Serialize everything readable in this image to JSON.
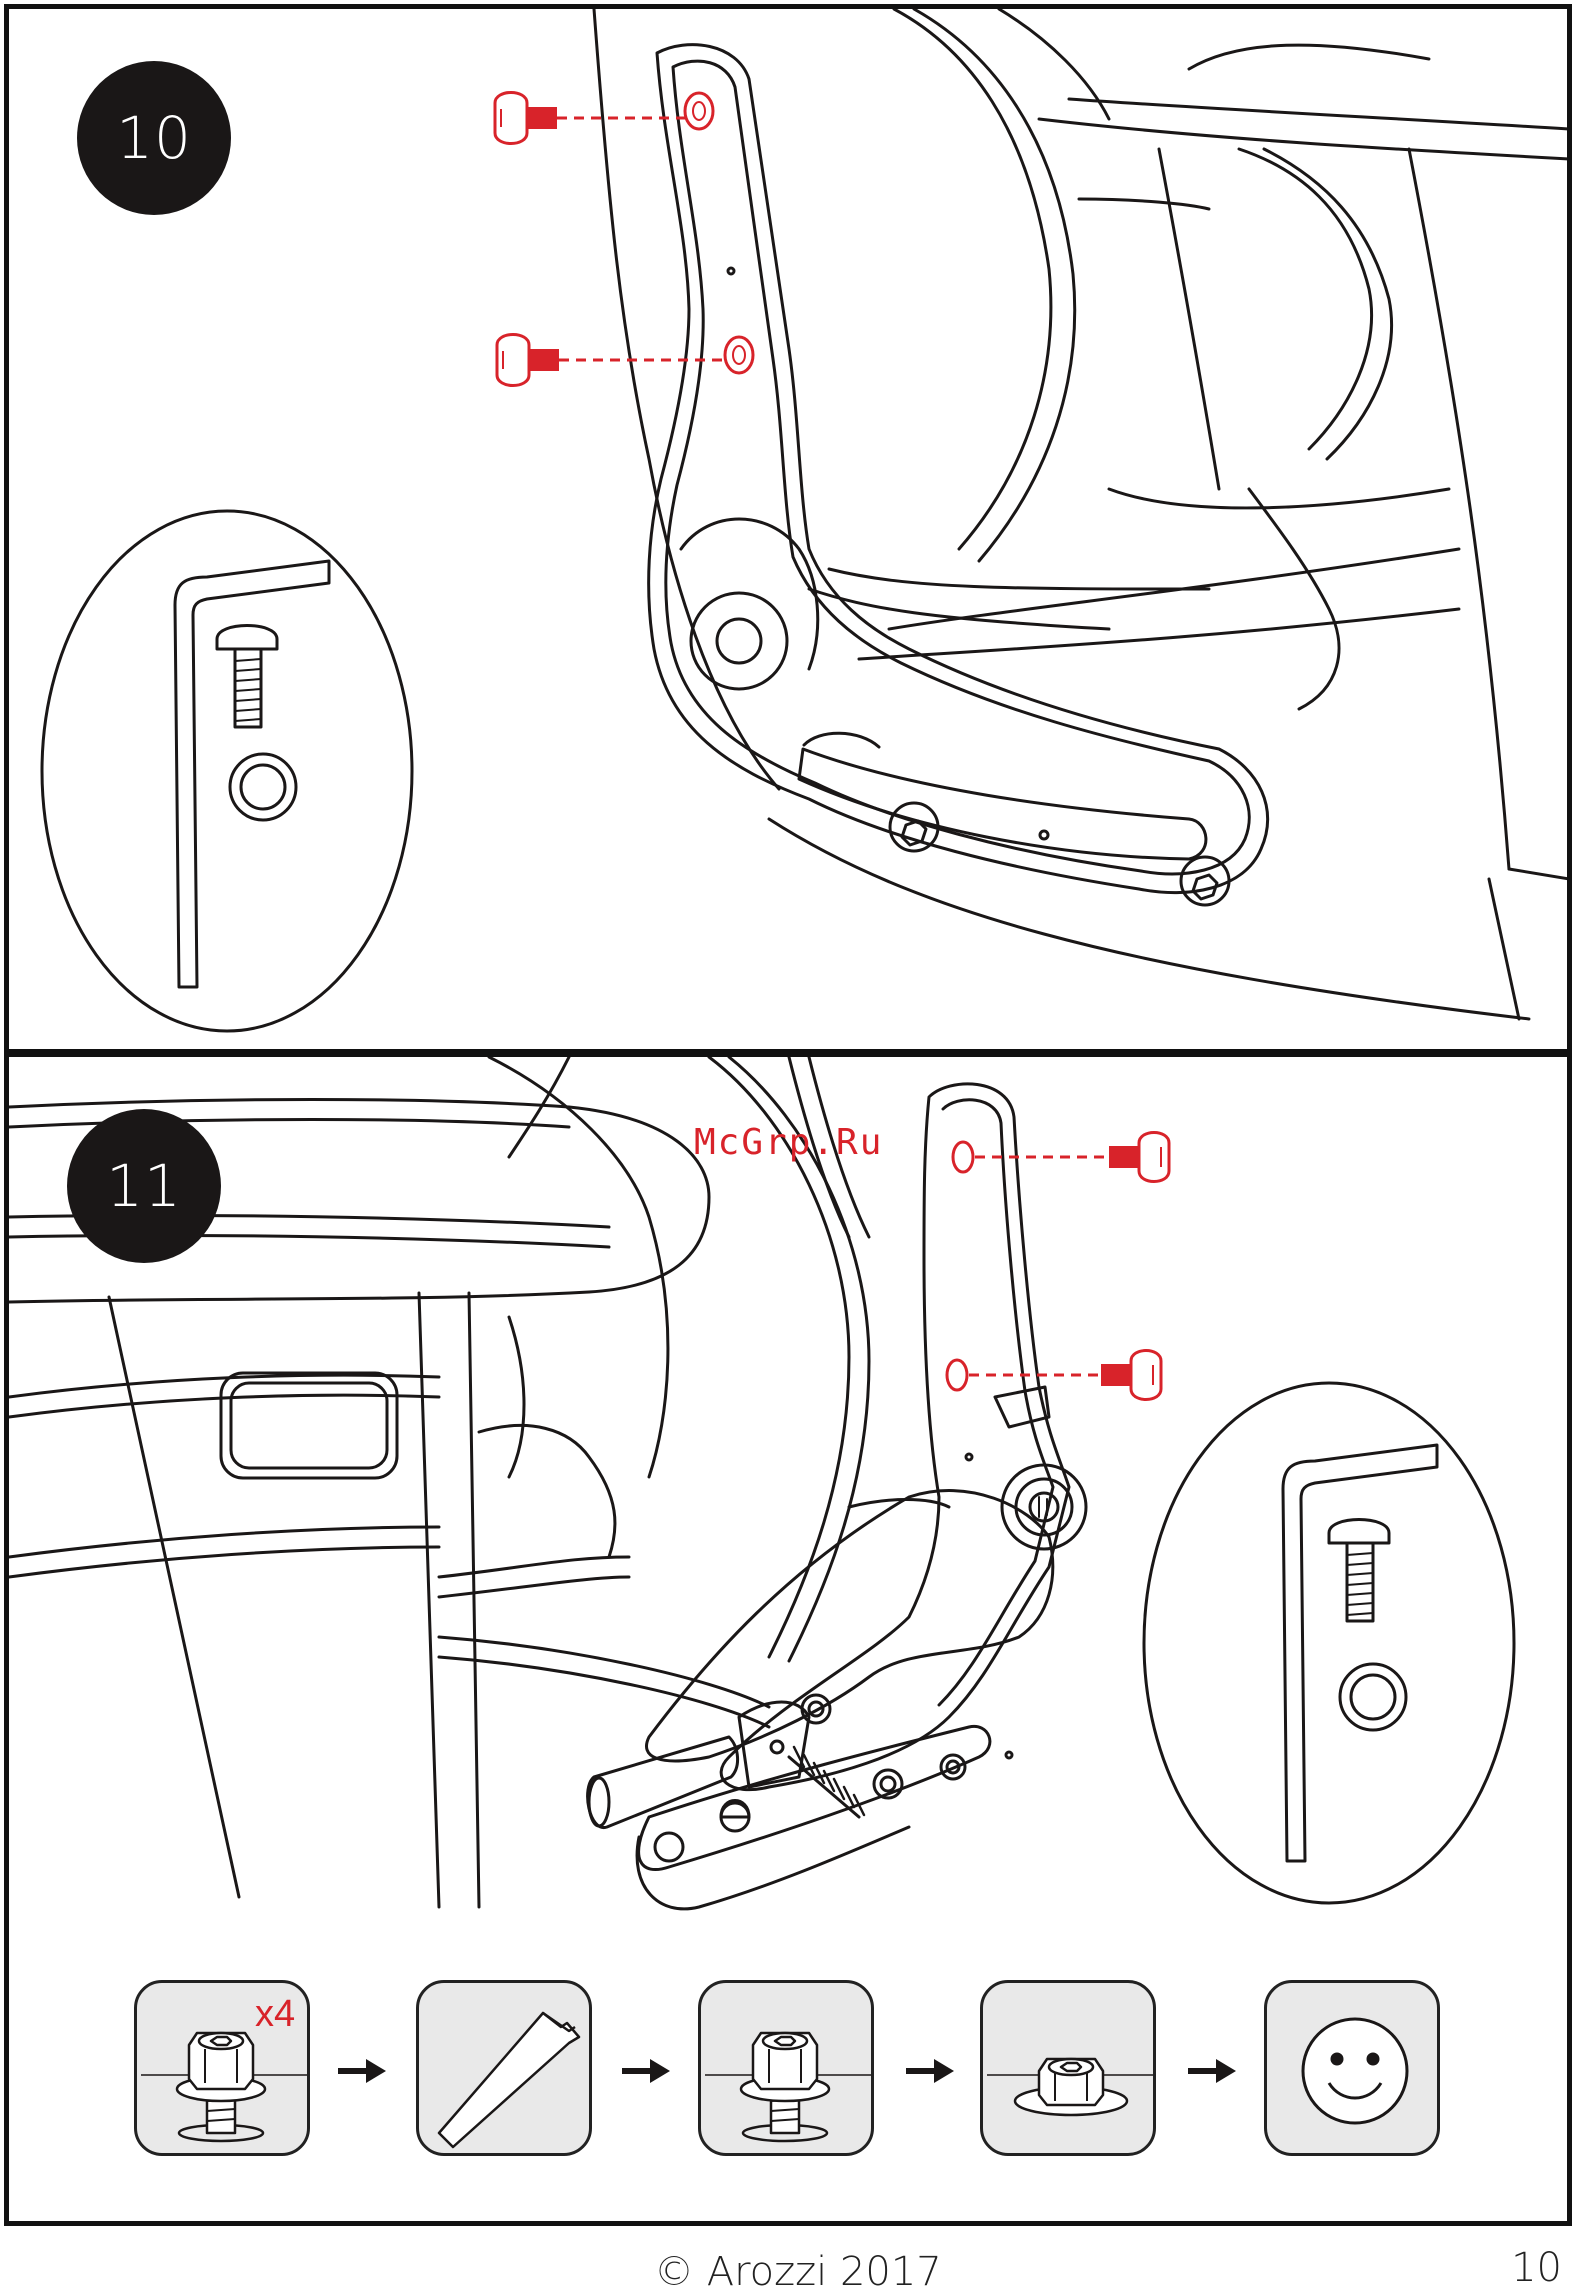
{
  "document": {
    "watermark": "McGrp.Ru",
    "copyright": "© Arozzi 2017",
    "page_number": "10"
  },
  "steps": [
    {
      "number": "10",
      "screws": 2,
      "accent_color": "#d8232a"
    },
    {
      "number": "11",
      "screws": 2,
      "accent_color": "#d8232a"
    }
  ],
  "sequence": {
    "quantity_label": "x4",
    "tiles": [
      "bolt-with-washer-icon",
      "hex-key-icon",
      "bolt-icon",
      "flanged-nut-icon",
      "smiley-icon"
    ]
  },
  "colors": {
    "line": "#1a1717",
    "accent": "#d8232a",
    "tile_bg": "#e9e9e9"
  }
}
